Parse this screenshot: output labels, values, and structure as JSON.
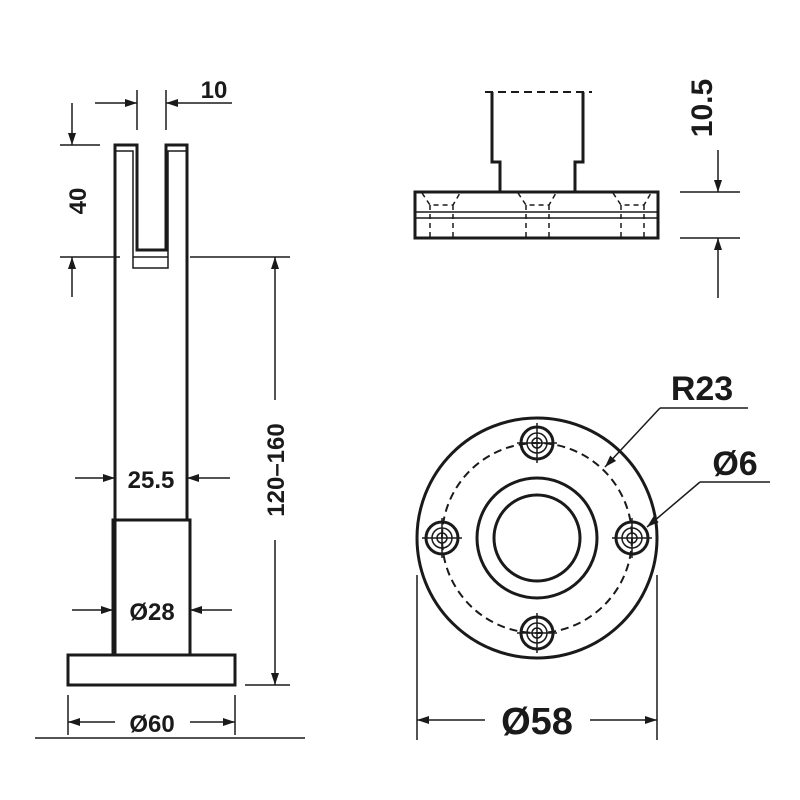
{
  "dimensions": {
    "slot_width": "10",
    "slot_depth": "40",
    "height_range": "120–160",
    "upper_width": "25.5",
    "tube_diameter": "Ø28",
    "base_diameter": "Ø60",
    "flange_thickness": "10.5",
    "bolt_circle_radius": "R23",
    "hole_diameter": "Ø6",
    "flange_diameter": "Ø58"
  },
  "colors": {
    "line": "#1a1a1a",
    "background": "#ffffff"
  }
}
